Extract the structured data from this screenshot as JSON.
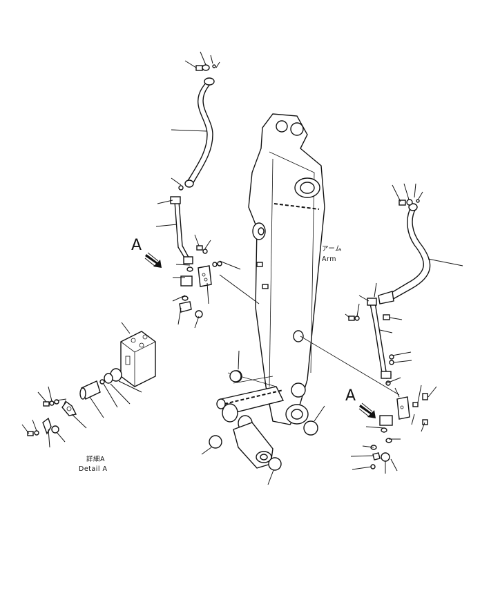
{
  "labels": {
    "arm_jp": "アーム",
    "arm_en": "Arm",
    "detail_jp": "詳細A",
    "detail_en": "Detail A",
    "callout_left": "A",
    "callout_right": "A"
  }
}
